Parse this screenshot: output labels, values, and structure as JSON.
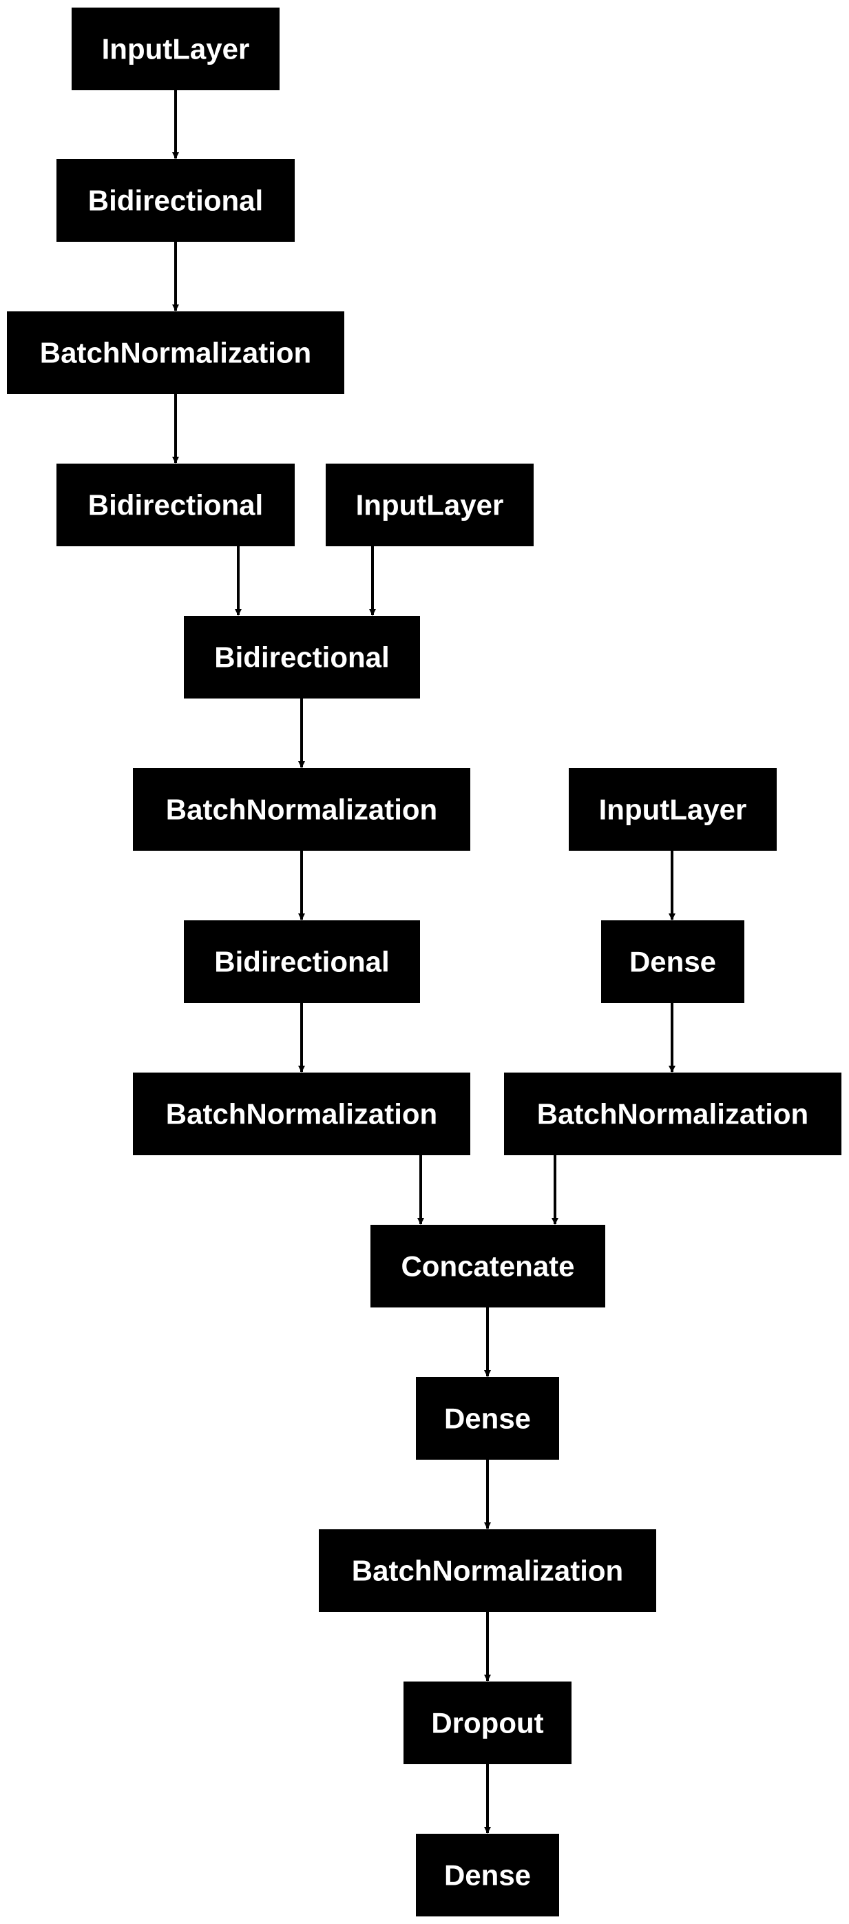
{
  "colors": {
    "background": "#ffffff",
    "node_fill": "#000000",
    "node_text": "#ffffff",
    "edge": "#000000"
  },
  "nodes": [
    {
      "id": "n1",
      "label": "InputLayer"
    },
    {
      "id": "n2",
      "label": "Bidirectional"
    },
    {
      "id": "n3",
      "label": "BatchNormalization"
    },
    {
      "id": "n4",
      "label": "Bidirectional"
    },
    {
      "id": "n5",
      "label": "InputLayer"
    },
    {
      "id": "n6",
      "label": "Bidirectional"
    },
    {
      "id": "n7",
      "label": "BatchNormalization"
    },
    {
      "id": "n8",
      "label": "InputLayer"
    },
    {
      "id": "n9",
      "label": "Bidirectional"
    },
    {
      "id": "n10",
      "label": "Dense"
    },
    {
      "id": "n11",
      "label": "BatchNormalization"
    },
    {
      "id": "n12",
      "label": "BatchNormalization"
    },
    {
      "id": "n13",
      "label": "Concatenate"
    },
    {
      "id": "n14",
      "label": "Dense"
    },
    {
      "id": "n15",
      "label": "BatchNormalization"
    },
    {
      "id": "n16",
      "label": "Dropout"
    },
    {
      "id": "n17",
      "label": "Dense"
    }
  ],
  "edges": [
    {
      "from": "n1",
      "to": "n2"
    },
    {
      "from": "n2",
      "to": "n3"
    },
    {
      "from": "n3",
      "to": "n4"
    },
    {
      "from": "n4",
      "to": "n6"
    },
    {
      "from": "n5",
      "to": "n6"
    },
    {
      "from": "n6",
      "to": "n7"
    },
    {
      "from": "n7",
      "to": "n9"
    },
    {
      "from": "n8",
      "to": "n10"
    },
    {
      "from": "n9",
      "to": "n11"
    },
    {
      "from": "n10",
      "to": "n12"
    },
    {
      "from": "n11",
      "to": "n13"
    },
    {
      "from": "n12",
      "to": "n13"
    },
    {
      "from": "n13",
      "to": "n14"
    },
    {
      "from": "n14",
      "to": "n15"
    },
    {
      "from": "n15",
      "to": "n16"
    },
    {
      "from": "n16",
      "to": "n17"
    }
  ]
}
